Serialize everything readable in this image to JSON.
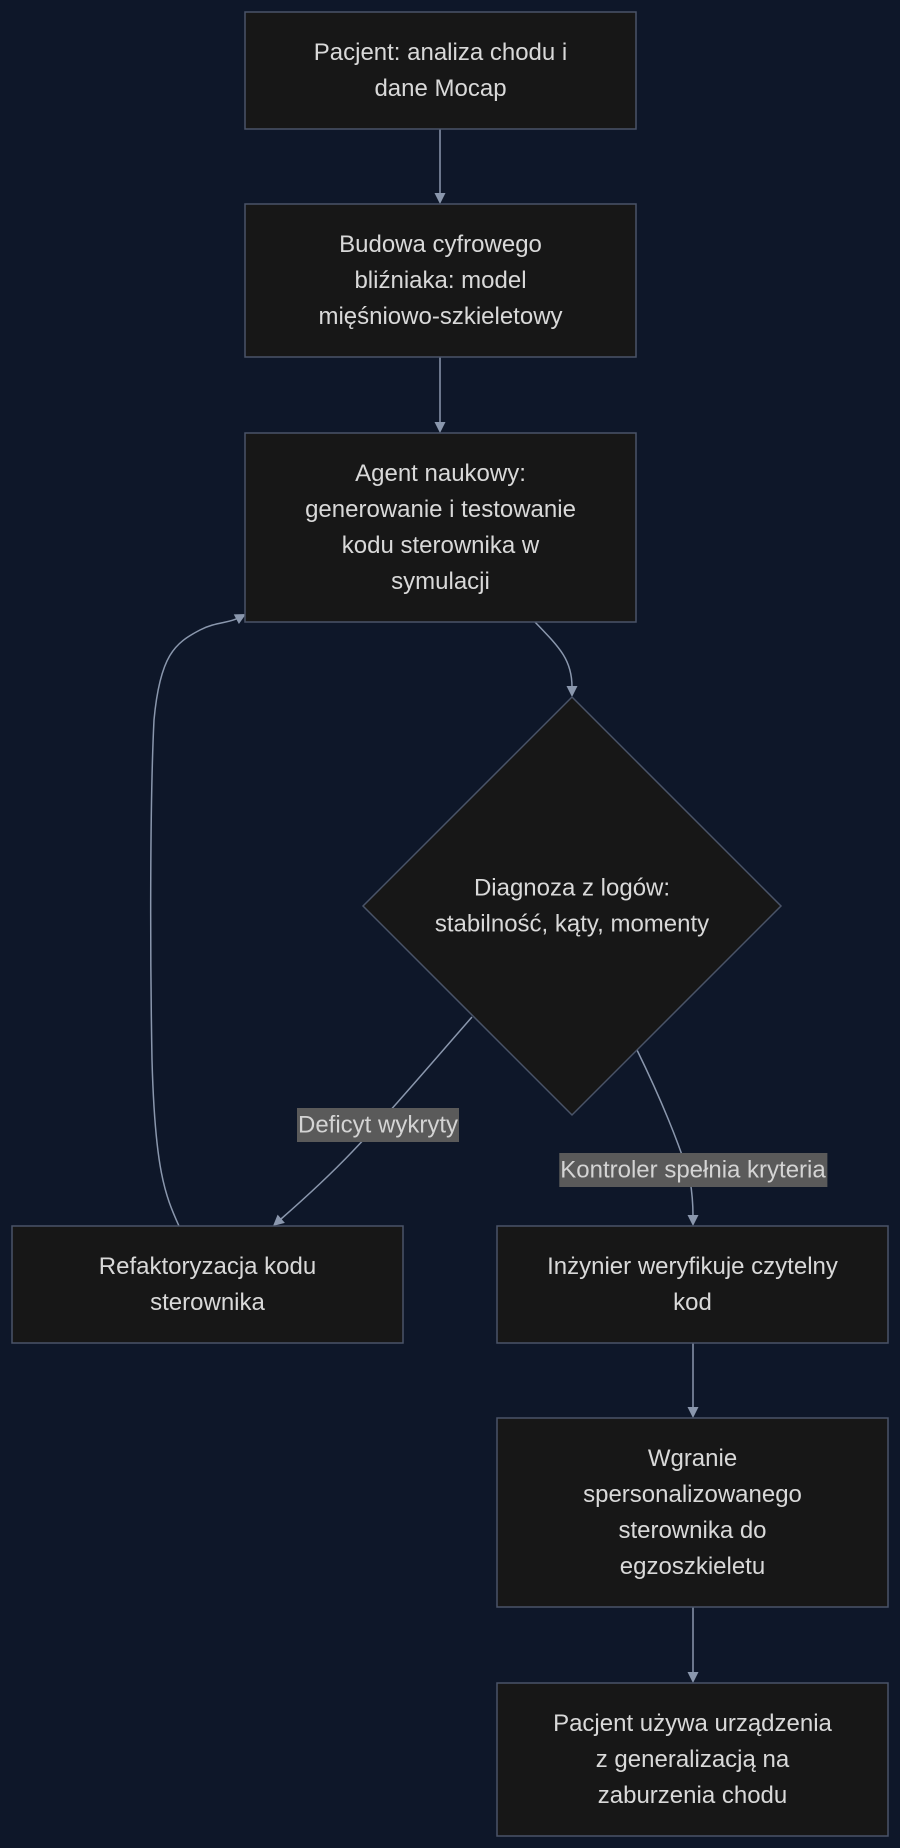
{
  "colors": {
    "background": "#0e1729",
    "node_fill": "#171717",
    "node_border": "#4a5468",
    "edge": "#8a97ad",
    "text": "#d9d9d9",
    "label_bg": "#5a5a5a"
  },
  "nodes": {
    "patient_mocap": {
      "shape": "rect",
      "lines": [
        "Pacjent: analiza chodu i",
        "dane Mocap"
      ]
    },
    "digital_twin": {
      "shape": "rect",
      "lines": [
        "Budowa cyfrowego",
        "bliźniaka: model",
        "mięśniowo-szkieletowy"
      ]
    },
    "science_agent": {
      "shape": "rect",
      "lines": [
        "Agent naukowy:",
        "generowanie i testowanie",
        "kodu sterownika w",
        "symulacji"
      ]
    },
    "diagnosis": {
      "shape": "diamond",
      "lines": [
        "Diagnoza z logów:",
        "stabilność, kąty, momenty"
      ]
    },
    "refactor": {
      "shape": "rect",
      "lines": [
        "Refaktoryzacja kodu",
        "sterownika"
      ]
    },
    "engineer_verify": {
      "shape": "rect",
      "lines": [
        "Inżynier weryfikuje czytelny",
        "kod"
      ]
    },
    "upload": {
      "shape": "rect",
      "lines": [
        "Wgranie",
        "spersonalizowanego",
        "sterownika do",
        "egzoszkieletu"
      ]
    },
    "patient_uses": {
      "shape": "rect",
      "lines": [
        "Pacjent używa urządzenia",
        "z generalizacją na",
        "zaburzenia chodu"
      ]
    }
  },
  "edges": [
    {
      "id": "e1",
      "from": "patient_mocap",
      "to": "digital_twin",
      "label": ""
    },
    {
      "id": "e2",
      "from": "digital_twin",
      "to": "science_agent",
      "label": ""
    },
    {
      "id": "e3",
      "from": "science_agent",
      "to": "diagnosis",
      "label": ""
    },
    {
      "id": "e4",
      "from": "diagnosis",
      "to": "refactor",
      "label": "Deficyt wykryty"
    },
    {
      "id": "e5",
      "from": "diagnosis",
      "to": "engineer_verify",
      "label": "Kontroler spełnia kryteria"
    },
    {
      "id": "e6",
      "from": "refactor",
      "to": "science_agent",
      "label": ""
    },
    {
      "id": "e7",
      "from": "engineer_verify",
      "to": "upload",
      "label": ""
    },
    {
      "id": "e8",
      "from": "upload",
      "to": "patient_uses",
      "label": ""
    }
  ]
}
